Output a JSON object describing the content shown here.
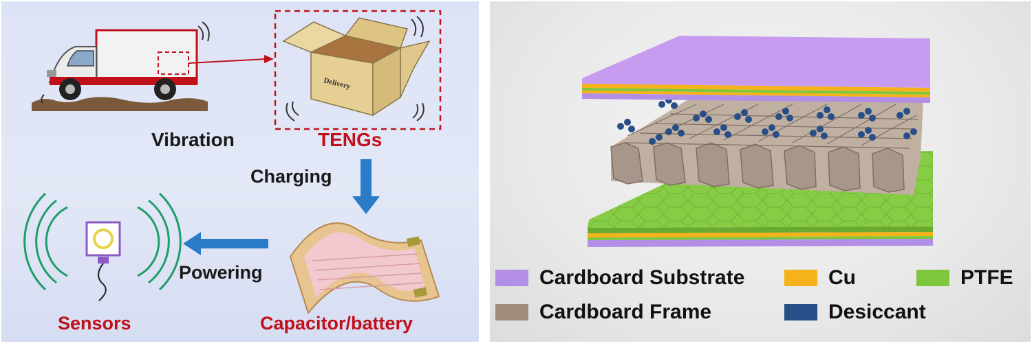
{
  "left_panel": {
    "vibration_label": "Vibration",
    "tengs_label": "TENGs",
    "charging_label": "Charging",
    "powering_label": "Powering",
    "sensors_label": "Sensors",
    "capacitor_label": "Capacitor/battery",
    "box_text": "Delivery"
  },
  "legend": {
    "items": [
      {
        "label": "Cardboard Substrate",
        "color": "#b38ee6"
      },
      {
        "label": "Cu",
        "color": "#f6b21a"
      },
      {
        "label": "PTFE",
        "color": "#7ec63d"
      },
      {
        "label": "Cardboard Frame",
        "color": "#a08c7c"
      },
      {
        "label": "Desiccant",
        "color": "#274e86"
      }
    ]
  },
  "colors": {
    "label_red": "#c0111a",
    "arrow_blue": "#2a7cc9",
    "wave_green": "#1f9c6a",
    "sensor_purple": "#8a5bc6"
  }
}
